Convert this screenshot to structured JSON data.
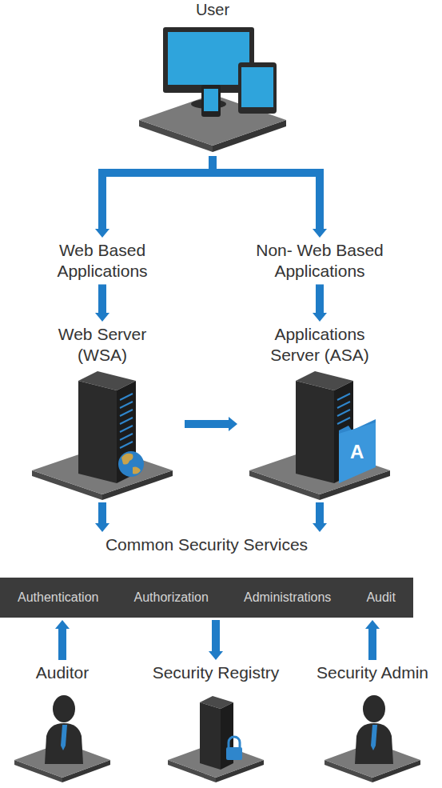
{
  "diagram": {
    "nodes": [
      {
        "text": [
          "User"
        ]
      },
      {
        "text": [
          "Web Based Applications"
        ]
      },
      {
        "text": [
          "Non- Web Based Applications"
        ]
      },
      {
        "text": [
          "Web Server (WSA)"
        ]
      },
      {
        "text": [
          "Applications Server (ASA)"
        ]
      },
      {
        "text": [
          "Common Security Services",
          "Authentication",
          "Authorization",
          "Administrations",
          "Audit"
        ]
      },
      {
        "text": [
          "Auditor"
        ]
      },
      {
        "text": [
          "Security Registry"
        ]
      },
      {
        "text": [
          "Security Admin"
        ]
      }
    ],
    "edges": [
      {
        "from": 0,
        "to": 1,
        "arrow": "to"
      },
      {
        "from": 0,
        "to": 2,
        "arrow": "to"
      },
      {
        "from": 1,
        "to": 3,
        "arrow": "to"
      },
      {
        "from": 2,
        "to": 4,
        "arrow": "to"
      },
      {
        "from": 3,
        "to": 4,
        "arrow": "to"
      },
      {
        "from": 3,
        "to": 5,
        "arrow": "to"
      },
      {
        "from": 4,
        "to": 5,
        "arrow": "to"
      },
      {
        "from": 6,
        "to": 5,
        "arrow": "to"
      },
      {
        "from": 5,
        "to": 7,
        "arrow": "to"
      },
      {
        "from": 8,
        "to": 5,
        "arrow": "to"
      }
    ],
    "labels": [
      "A"
    ]
  }
}
